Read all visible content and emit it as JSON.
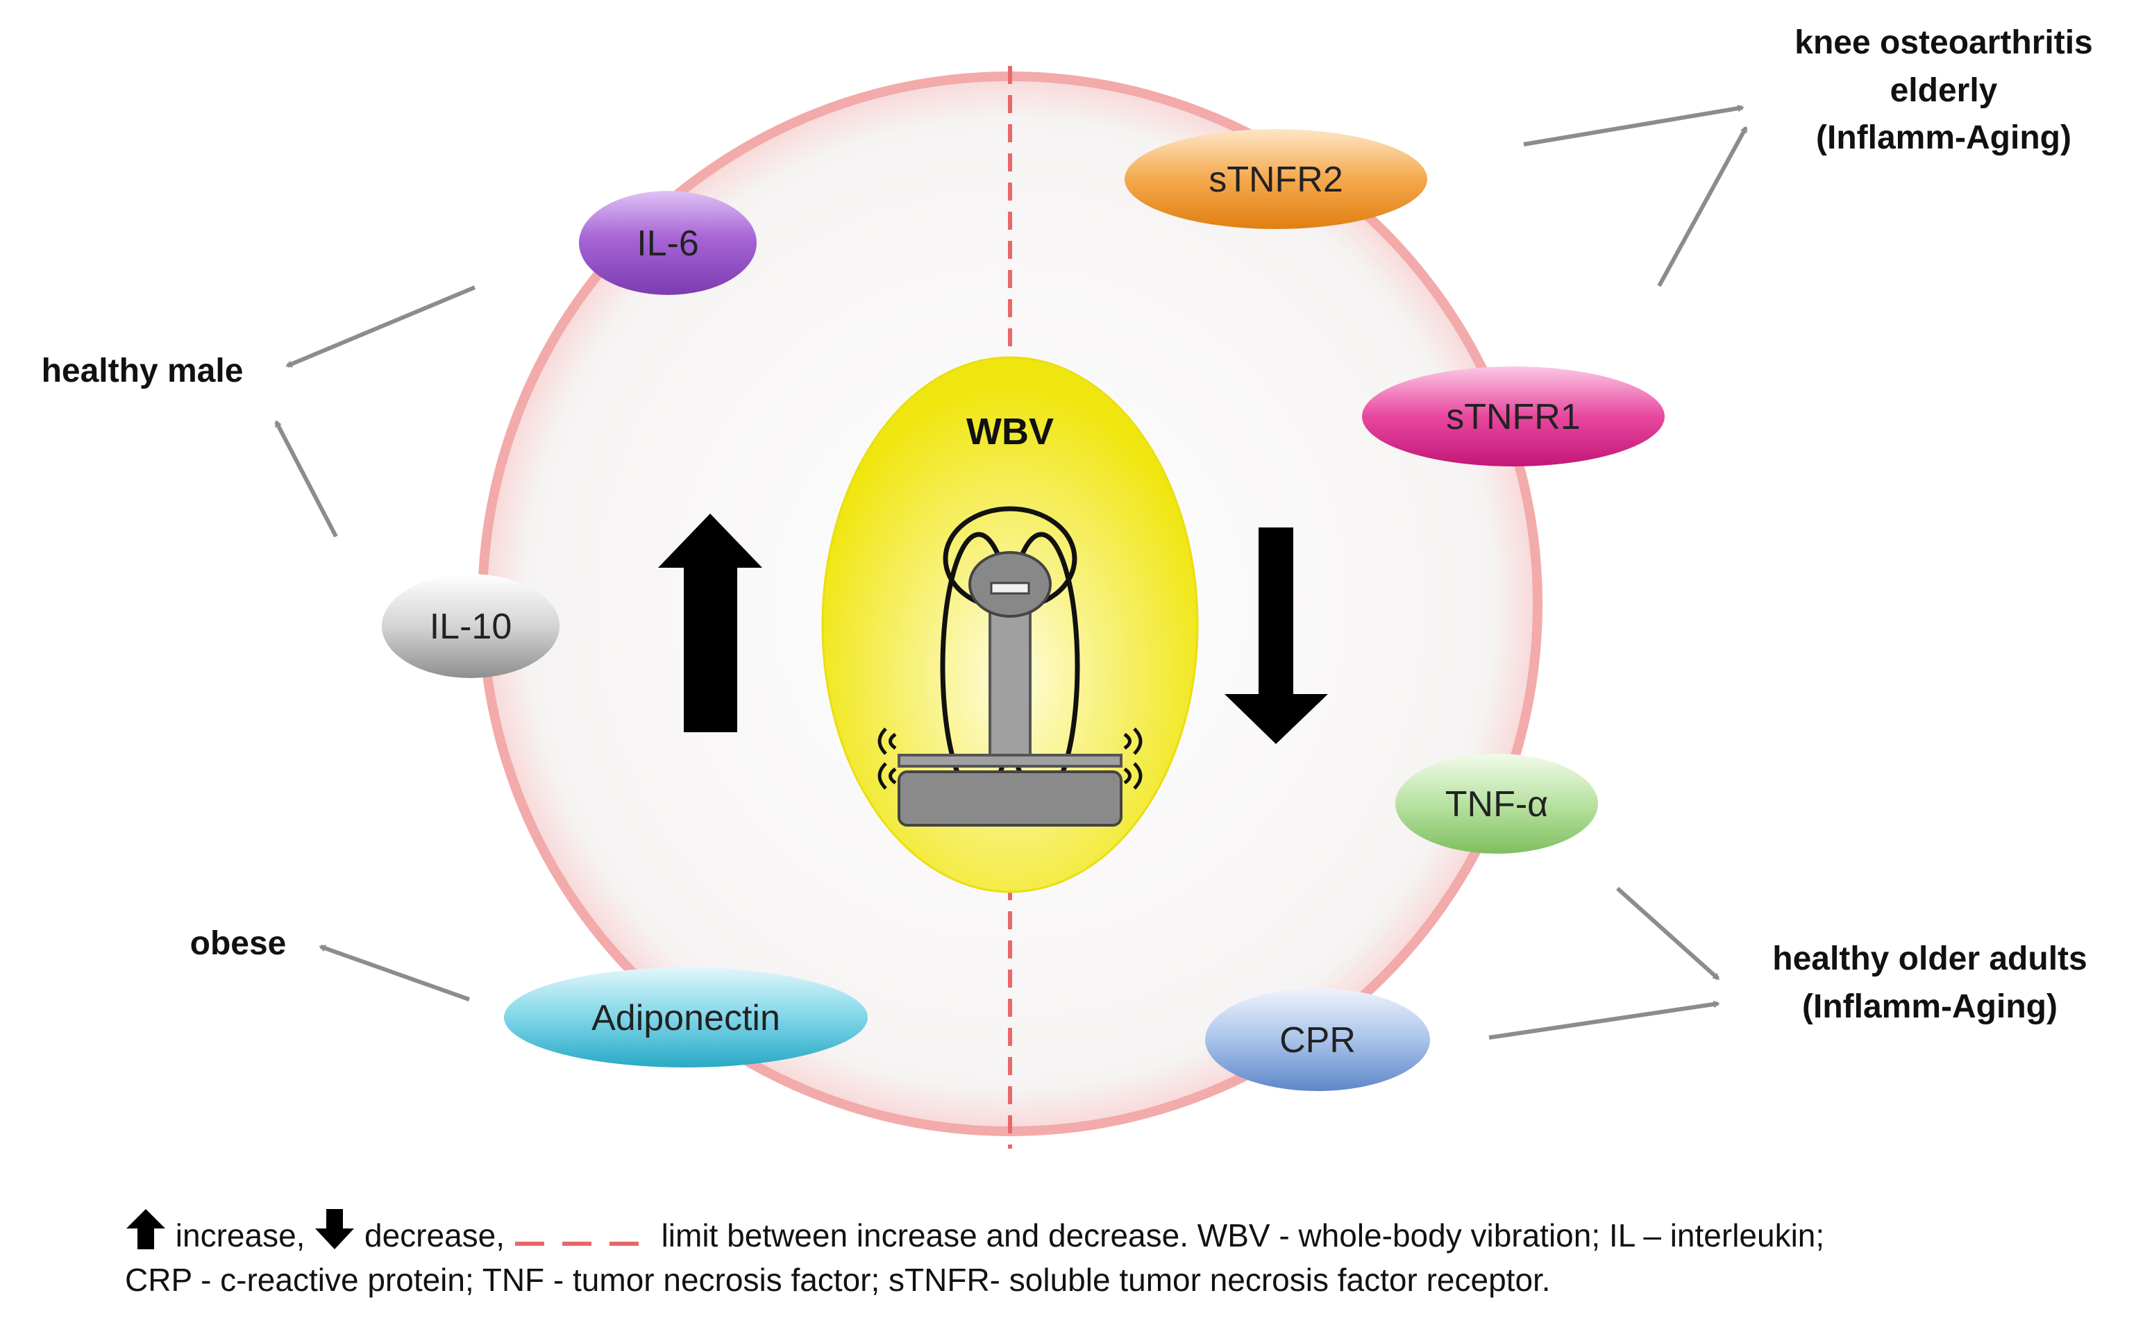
{
  "center": {
    "title": "WBV"
  },
  "nodes": {
    "il6": "IL-6",
    "il10": "IL-10",
    "adiponectin": "Adiponectin",
    "stnfr2": "sTNFR2",
    "stnfr1": "sTNFR1",
    "tnfa": "TNF-α",
    "cpr": "CPR"
  },
  "outcomes": {
    "healthy_male": "healthy male",
    "obese": "obese",
    "knee_line1": "knee osteoarthritis",
    "knee_line2": "elderly",
    "knee_line3": "(Inflamm-Aging)",
    "older_line1": "healthy older adults",
    "older_line2": "(Inflamm-Aging)"
  },
  "legend": {
    "increase": " increase,",
    "decrease": " decrease,",
    "limit": " limit between increase and decrease. WBV - whole-body vibration; IL – interleukin;",
    "line2": "CRP - c-reactive protein; TNF - tumor necrosis factor; sTNFR- soluble tumor necrosis factor receptor."
  },
  "colors": {
    "ring": "#f4b3b3",
    "divider": "#e8686a",
    "center_fill": "#f5ee1a",
    "arrow_gray": "#8c8c8c",
    "il6": "#a765d6",
    "il10": "#b9b9b9",
    "adiponectin": "#58c8de",
    "stnfr2": "#f0a043",
    "stnfr1": "#e33b9c",
    "tnfa": "#9fd486",
    "cpr": "#7fa6dc"
  }
}
